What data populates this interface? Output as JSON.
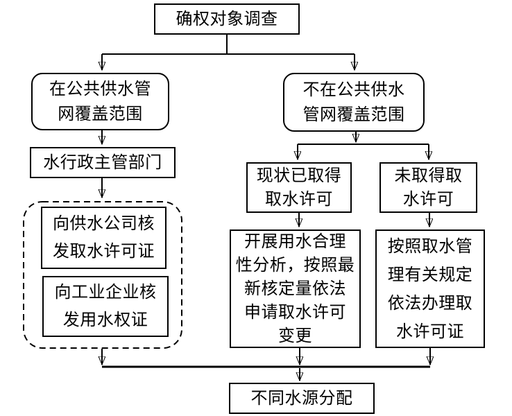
{
  "diagram_type": "flowchart",
  "colors": {
    "background": "#ffffff",
    "line": "#000000",
    "text": "#000000"
  },
  "nodes": {
    "survey": {
      "label": "确权对象调查",
      "shape": "rect"
    },
    "in_network": {
      "label": "在公共供水管\n网覆盖范围",
      "shape": "rounded"
    },
    "out_network": {
      "label": "不在公共供水\n管网覆盖范围",
      "shape": "rounded"
    },
    "water_admin": {
      "label": "水行政主管部门",
      "shape": "rect"
    },
    "permit_supplier": {
      "label": "向供水公司核\n发取水许可证",
      "shape": "rect",
      "group": "dashed"
    },
    "permit_industry": {
      "label": "向工业企业核\n发用水权证",
      "shape": "rect",
      "group": "dashed"
    },
    "has_permit": {
      "label": "现状已取得\n取水许可",
      "shape": "rect"
    },
    "no_permit": {
      "label": "未取得取\n水许可",
      "shape": "rect"
    },
    "analysis": {
      "label": "开展用水合理\n性分析，按照最\n新核定量依法\n申请取水许可\n变更",
      "shape": "rect"
    },
    "regulation": {
      "label": "按照取水管\n理有关规定\n依法办理取\n水许可证",
      "shape": "rect"
    },
    "allocation": {
      "label": "不同水源分配",
      "shape": "rect"
    }
  },
  "edges": [
    {
      "from": "survey",
      "to": "in_network"
    },
    {
      "from": "survey",
      "to": "out_network"
    },
    {
      "from": "in_network",
      "to": "water_admin"
    },
    {
      "from": "water_admin",
      "to": "dashed_group"
    },
    {
      "from": "out_network",
      "to": "has_permit"
    },
    {
      "from": "out_network",
      "to": "no_permit"
    },
    {
      "from": "has_permit",
      "to": "analysis"
    },
    {
      "from": "no_permit",
      "to": "regulation"
    },
    {
      "from": "dashed_group",
      "to": "allocation"
    },
    {
      "from": "analysis",
      "to": "allocation"
    },
    {
      "from": "regulation",
      "to": "allocation"
    }
  ]
}
